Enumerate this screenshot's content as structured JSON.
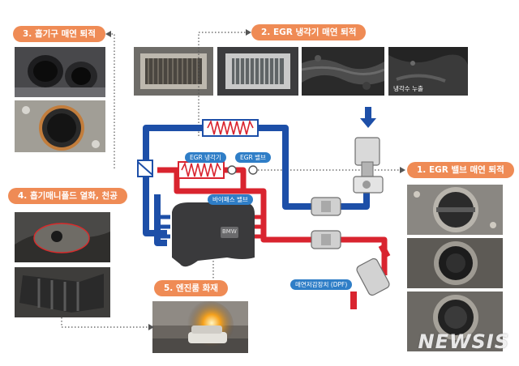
{
  "labels": {
    "intake": "3. 흡기구 매연 퇴적",
    "egr_cooler": "2. EGR 냉각기 매연 퇴적",
    "egr_valve_deposit": "1. EGR 밸브 매연 퇴적",
    "intake_manifold": "4. 흡기매니폴드 열화, 천공",
    "engine_fire": "5. 엔진룸 화재"
  },
  "captions": {
    "coolant_leak": "냉각수 누출"
  },
  "parts": {
    "egr_cooler": "EGR 냉각기",
    "egr_valve": "EGR 밸브",
    "bypass_valve": "바이패스 밸브",
    "dpf": "매연저감장치 (DPF)",
    "engine_brand": "BMW"
  },
  "watermark": "NEWSIS",
  "colors": {
    "badge": "#ef8b55",
    "intake_pipe": "#1d4fa8",
    "exhaust_pipe": "#d9242f",
    "label_blue": "#2f7ec7"
  }
}
